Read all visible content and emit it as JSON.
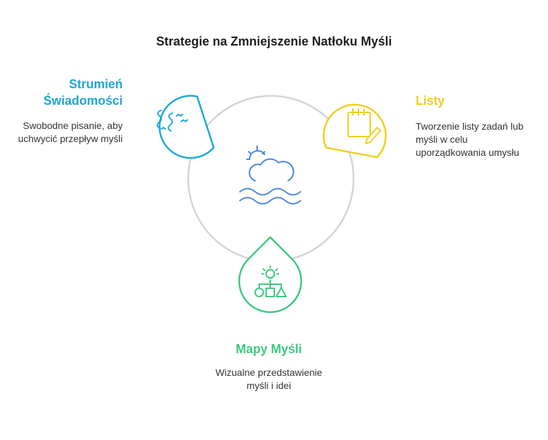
{
  "title": "Strategie na Zmniejszenie Natłoku Myśli",
  "center_icon": "sun-clouds-waves-icon",
  "colors": {
    "left": "#1da8d6",
    "right": "#ecd01f",
    "bottom": "#3ec883",
    "ring": "#d4d4d4",
    "center": "#4a84e0"
  },
  "nodes": [
    {
      "id": "left",
      "label": "Strumień\nŚwiadomości",
      "description": "Swobodne pisanie, aby uchwycić przepływ myśli",
      "icon": "river-icon"
    },
    {
      "id": "right",
      "label": "Listy",
      "description": "Tworzenie listy zadań lub myśli w celu uporządkowania umysłu",
      "icon": "notepad-pencil-icon"
    },
    {
      "id": "bottom",
      "label": "Mapy Myśli",
      "description": "Wizualne przedstawienie myśli i idei",
      "icon": "mind-map-icon"
    }
  ]
}
